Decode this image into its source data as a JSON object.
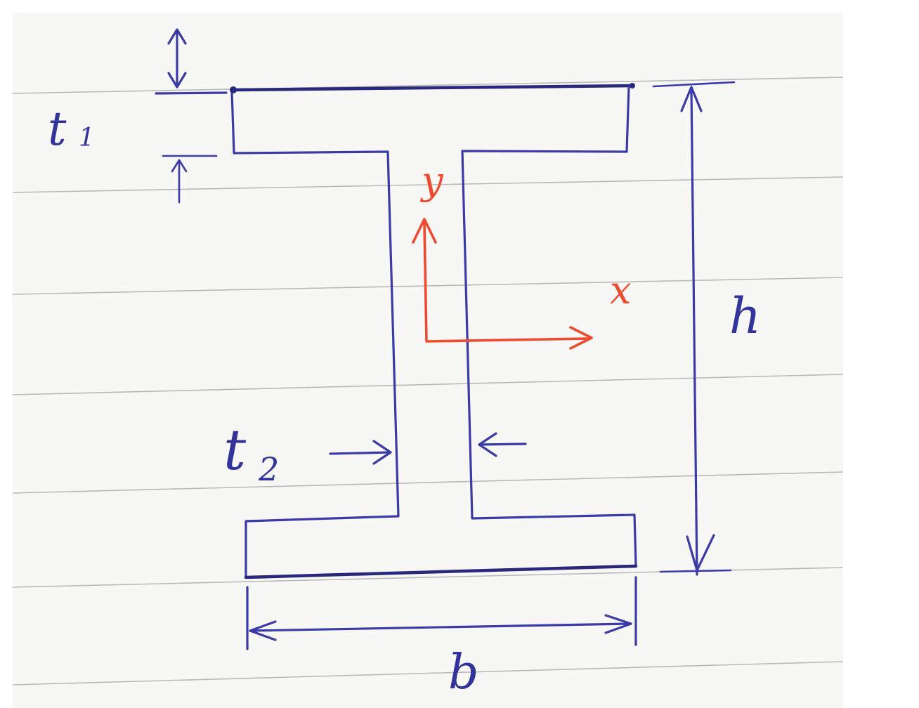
{
  "labels": {
    "t1": "t",
    "t1_sub": "1",
    "t2": "t",
    "t2_sub": "2",
    "h": "h",
    "b": "b",
    "x": "x",
    "y": "y"
  },
  "colors": {
    "ink": "#3a3aa8",
    "axis": "#ef4a2e",
    "paper": "#f7f7f5",
    "rule": "#b9b9b9"
  }
}
